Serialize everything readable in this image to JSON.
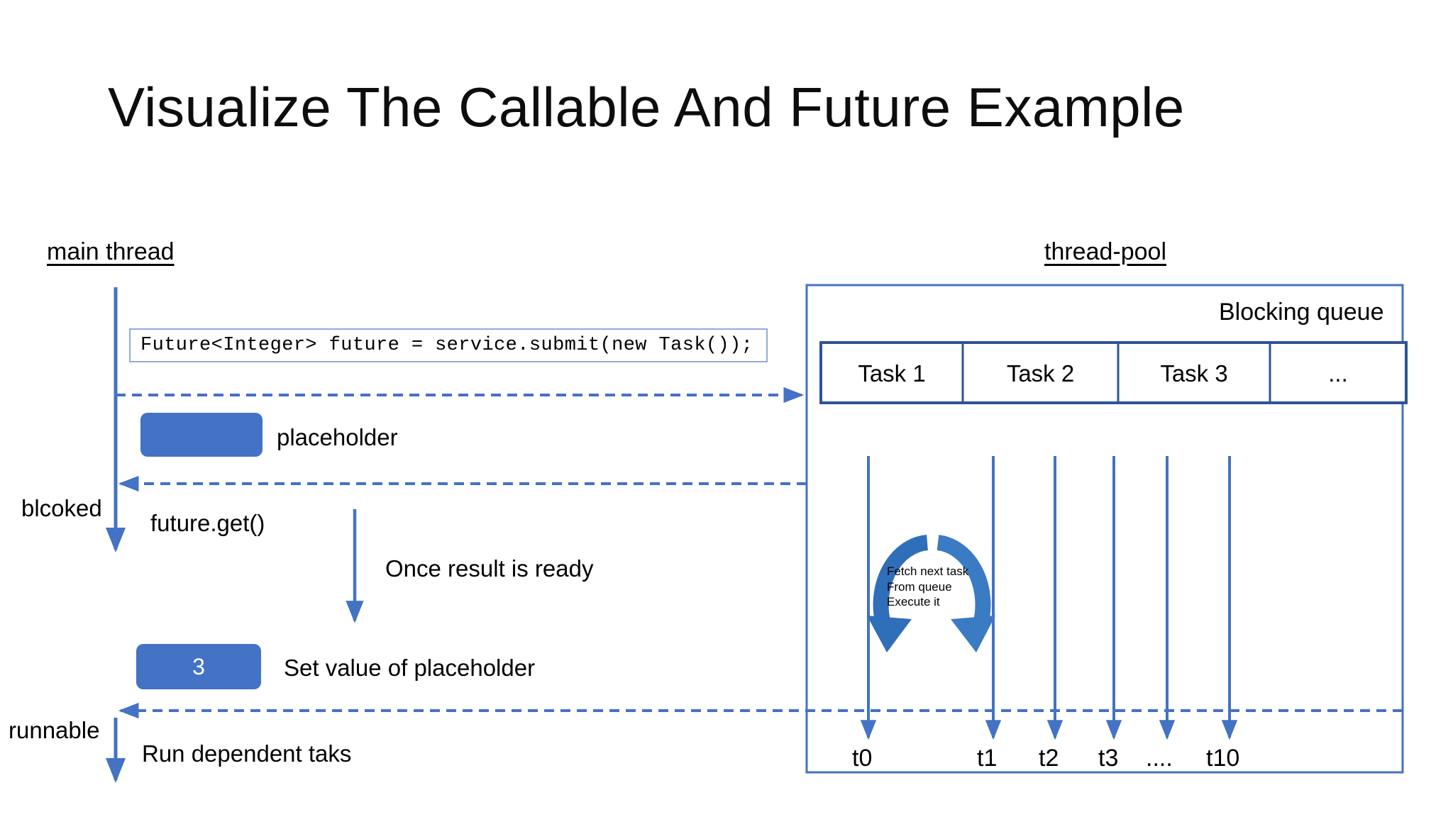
{
  "slide": {
    "title": "Visualize The Callable And Future Example",
    "background": "#ffffff"
  },
  "colors": {
    "accent_blue": "#4472C4",
    "light_blue_border": "#8FAADC",
    "dark_blue_border": "#2E5496",
    "text": "#000000"
  },
  "lanes": {
    "main_thread_label": "main thread",
    "thread_pool_label": "thread-pool"
  },
  "main_thread": {
    "code_statement": "Future<Integer> future = service.submit(new Task());",
    "placeholder_label": "placeholder",
    "placeholder_value": "3",
    "blocked_state_label": "blcoked",
    "runnable_state_label": "runnable",
    "future_get_label": "future.get()",
    "once_ready_label": "Once result is ready",
    "set_value_label": "Set value of placeholder",
    "run_dependent_label": "Run dependent taks"
  },
  "thread_pool": {
    "queue_title": "Blocking queue",
    "queue_cells": [
      "Task 1",
      "Task 2",
      "Task 3",
      "..."
    ],
    "cycle_text_lines": [
      "Fetch next task",
      "From queue",
      "Execute it"
    ],
    "thread_ticks": [
      "t0",
      "t1",
      "t2",
      "t3",
      "....",
      "t10"
    ]
  }
}
